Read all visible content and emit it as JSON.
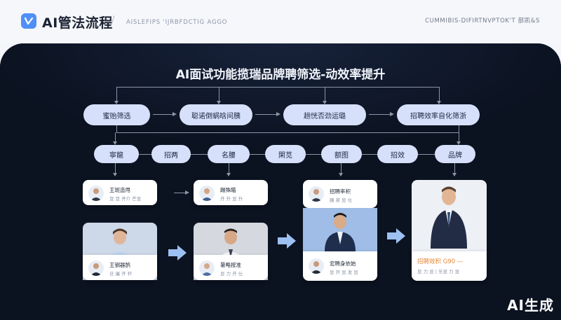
{
  "header": {
    "app_title": "AI管法流程",
    "subtitle": "AISLEFIPS 'IJRBFDCTIG AGGO",
    "right_caption": "CUMMIBIS-DIFIRTNVPTOK'T 部凯&S"
  },
  "main": {
    "title": "AI面试功能揽瑞品牌聘筛选-动效率提升",
    "flow_steps": [
      {
        "label": "蜜贻筛选"
      },
      {
        "label": "聪诺倒蜗晗间胰"
      },
      {
        "label": "趟恍否劲运璐"
      },
      {
        "label": "招聘效率自化筛浙"
      }
    ],
    "tags": [
      "寧龍",
      "招两",
      "名腰",
      "閑苋",
      "额图",
      "招效",
      "品牌"
    ],
    "cards": [
      {
        "name": "王斑造甩",
        "desc": "豆 豆 开介 芒显"
      },
      {
        "name": "踢殊瞄",
        "desc": "开 升 显 升"
      },
      {
        "name": "招聘率积",
        "desc": "胰 甚 显 仕"
      },
      {
        "name": "王钢器鹄",
        "desc": "旦 屠 开 杆"
      },
      {
        "name": "暑略按准",
        "desc": "显 力 开 仕"
      },
      {
        "name": "宏聘身依始",
        "desc": "显 开 显 发 显"
      },
      {
        "name": "招聘效积 G90 —",
        "desc": "显 力 显 | 乐显 力 显"
      }
    ]
  },
  "watermark": "AI生成",
  "colors": {
    "accent": "#4f8ff7",
    "panel_bg": "#0b1220",
    "pill_bg": "#d6e0fb",
    "flow_arrow": "#9dc0f2",
    "badge_orange": "#e8893a"
  }
}
